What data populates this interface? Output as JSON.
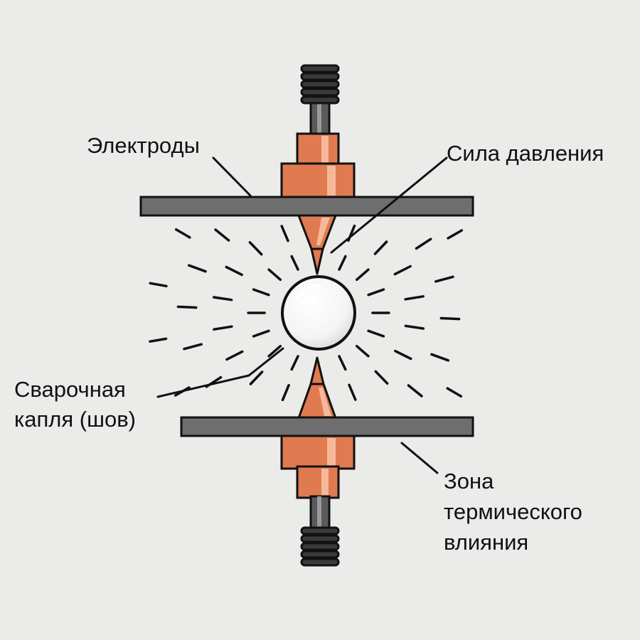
{
  "labels": {
    "electrodes": "Электроды",
    "pressure_force": "Сила давления",
    "weld_drop_line1": "Сварочная",
    "weld_drop_line2": "капля (шов)",
    "haz_line1": "Зона",
    "haz_line2": "термического",
    "haz_line3": "влияния"
  },
  "colors": {
    "background": "#ebebea",
    "copper": "#e07a50",
    "copper_highlight": "#f6b89a",
    "plate": "#6e6e6e",
    "spring": "#3a3a3a",
    "outline": "#111111",
    "weld_drop": "#f7f7f7"
  },
  "icons": {
    "spring": "spring-icon",
    "weld_drop": "molten-drop-icon"
  }
}
